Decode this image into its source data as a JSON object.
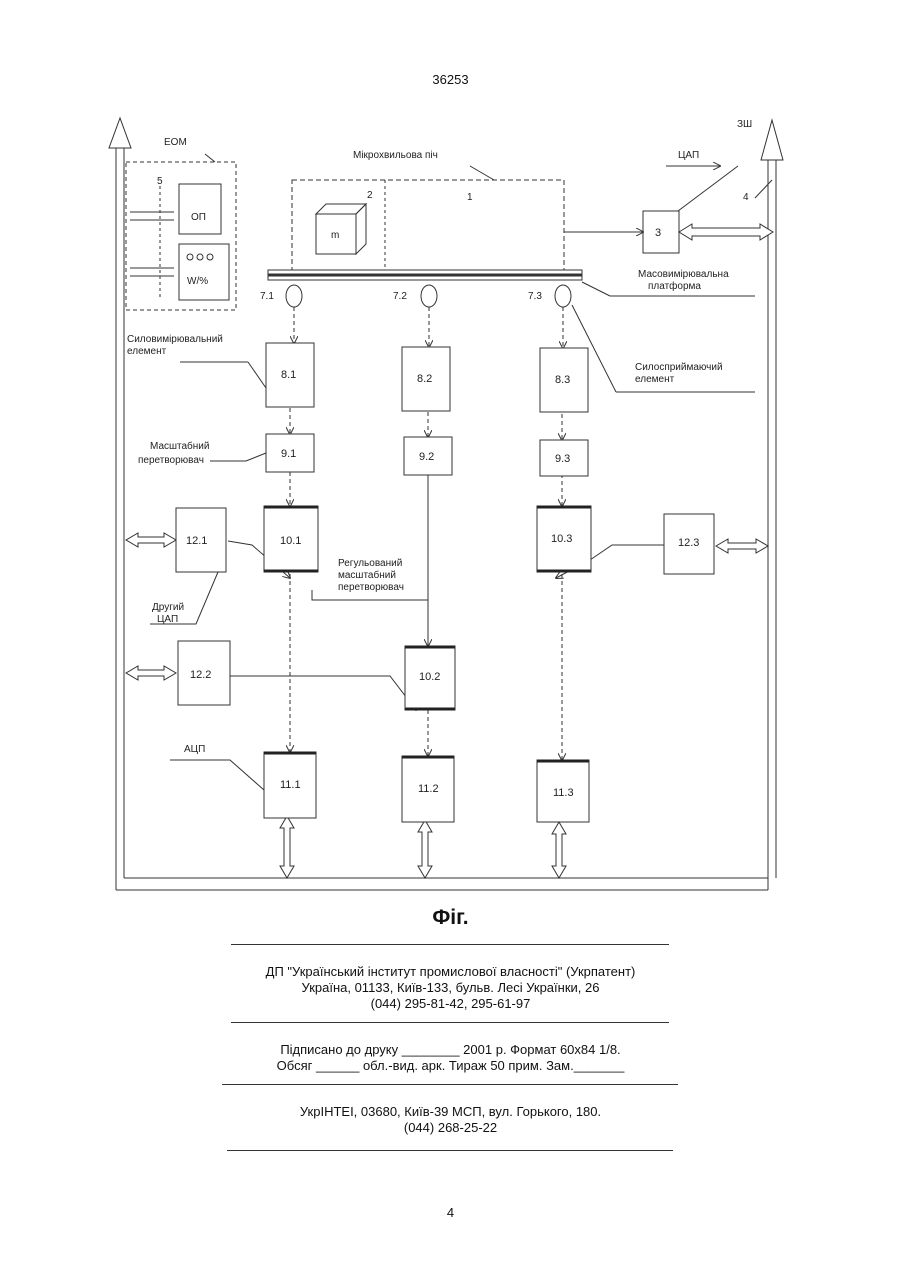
{
  "page": {
    "number_top": "36253",
    "number_bottom": "4"
  },
  "diagram": {
    "labels": {
      "eom": "ЕОМ",
      "zsh": "ЗШ",
      "oven": "Мікрохвильова піч",
      "dac": "ЦАП",
      "ref5": "5",
      "ref2": "2",
      "ref1": "1",
      "ref4": "4",
      "op": "ОП",
      "wpct": "W/%",
      "m": "m",
      "platform_1": "Масовимірювальна",
      "platform_2": "платформа",
      "force_meas_1": "Силовимірювальний",
      "force_meas_2": "елемент",
      "force_recv_1": "Силосприймаючий",
      "force_recv_2": "елемент",
      "scale_1": "Масштабний",
      "scale_2": "перетворювач",
      "adj_1": "Регульований",
      "adj_2": "масштабний",
      "adj_3": "перетворювач",
      "dac2_1": "Другий",
      "dac2_2": "ЦАП",
      "adc": "АЦП"
    },
    "blocks": {
      "b3": "3",
      "s71": "7.1",
      "s72": "7.2",
      "s73": "7.3",
      "b81": "8.1",
      "b82": "8.2",
      "b83": "8.3",
      "b91": "9.1",
      "b92": "9.2",
      "b93": "9.3",
      "b101": "10.1",
      "b102": "10.2",
      "b103": "10.3",
      "b111": "11.1",
      "b112": "11.2",
      "b113": "11.3",
      "b121": "12.1",
      "b122": "12.2",
      "b123": "12.3"
    }
  },
  "caption": "Фіг.",
  "imprint": {
    "org_line1": "ДП \"Український інститут промислової власності\" (Укрпатент)",
    "org_line2": "Україна, 01133, Київ-133, бульв. Лесі Українки, 26",
    "org_line3": "(044) 295-81-42, 295-61-97",
    "print_line1": "Підписано до друку ________ 2001 р.    Формат 60х84 1/8.",
    "print_line2": "Обсяг ______ обл.-вид. арк.   Тираж 50 прим.    Зам._______",
    "publisher_line1": "УкрІНТЕІ, 03680, Київ-39 МСП, вул. Горького, 180.",
    "publisher_line2": "(044) 268-25-22"
  }
}
